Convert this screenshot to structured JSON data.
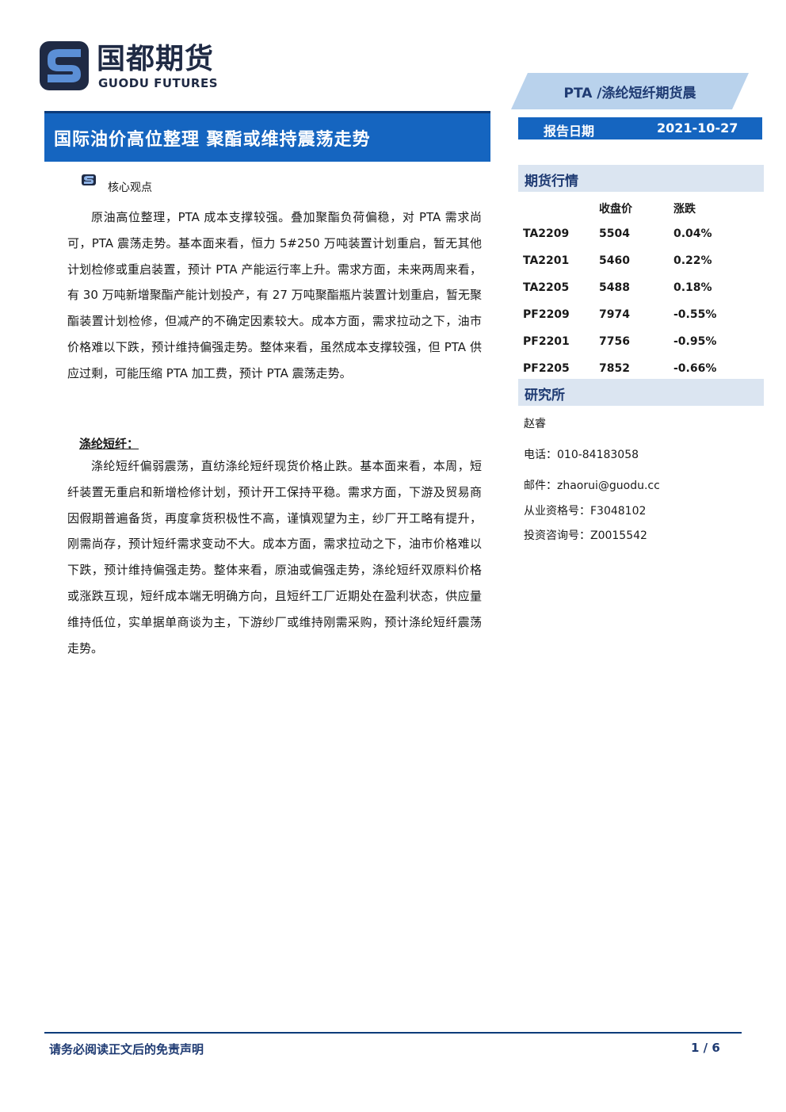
{
  "brand": {
    "name_cn": "国都期货",
    "name_en": "GUODU FUTURES",
    "logo_icon": "guodu-s-logo-icon",
    "colors": {
      "primary": "#1565c0",
      "dark": "#1f2a44",
      "light": "#b9d2ec",
      "section": "#dbe5f1"
    }
  },
  "category": "PTA /涤纶短纤期货晨",
  "title": "国际油价高位整理 聚酯或维持震荡走势",
  "report_date": {
    "label": "报告日期",
    "value": "2021-10-27"
  },
  "core_view": {
    "label": "核心观点",
    "paragraph1": "原油高位整理，PTA 成本支撑较强。叠加聚酯负荷偏稳，对 PTA 需求尚可，PTA 震荡走势。基本面来看，恒力 5#250 万吨装置计划重启，暂无其他计划检修或重启装置，预计 PTA 产能运行率上升。需求方面，未来两周来看，有 30 万吨新增聚酯产能计划投产，有 27 万吨聚酯瓶片装置计划重启，暂无聚酯装置计划检修，但减产的不确定因素较大。成本方面，需求拉动之下，油市价格难以下跌，预计维持偏强走势。整体来看，虽然成本支撑较强，但 PTA 供应过剩，可能压缩 PTA 加工费，预计 PTA 震荡走势。",
    "subheading": "涤纶短纤：",
    "paragraph2": "涤纶短纤偏弱震荡，直纺涤纶短纤现货价格止跌。基本面来看，本周，短纤装置无重启和新增检修计划，预计开工保持平稳。需求方面，下游及贸易商因假期普遍备货，再度拿货积极性不高，谨慎观望为主，纱厂开工略有提升，刚需尚存，预计短纤需求变动不大。成本方面，需求拉动之下，油市价格难以下跌，预计维持偏强走势。整体来看，原油或偏强走势，涤纶短纤双原料价格或涨跌互现，短纤成本端无明确方向，且短纤工厂近期处在盈利状态，供应量维持低位，实单据单商谈为主，下游纱厂或维持刚需采购，预计涤纶短纤震荡走势。"
  },
  "quotes": {
    "heading": "期货行情",
    "columns": [
      "",
      "收盘价",
      "涨跌"
    ],
    "rows": [
      {
        "contract": "TA2209",
        "close": "5504",
        "change": "0.04%"
      },
      {
        "contract": "TA2201",
        "close": "5460",
        "change": "0.22%"
      },
      {
        "contract": "TA2205",
        "close": "5488",
        "change": "0.18%"
      },
      {
        "contract": "PF2209",
        "close": "7974",
        "change": "-0.55%"
      },
      {
        "contract": "PF2201",
        "close": "7756",
        "change": "-0.95%"
      },
      {
        "contract": "PF2205",
        "close": "7852",
        "change": "-0.66%"
      }
    ]
  },
  "research": {
    "heading": "研究所",
    "analyst": "赵睿",
    "phone": "电话：010-84183058",
    "email": "邮件：zhaorui@guodu.cc",
    "license": "从业资格号：F3048102",
    "advisory": "投资咨询号：Z0015542"
  },
  "footer": {
    "disclaimer": "请务必阅读正文后的免责声明",
    "page": "1 / 6"
  }
}
